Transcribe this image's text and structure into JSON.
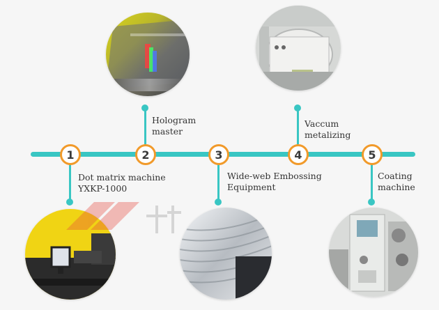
{
  "colors": {
    "timeline": "#39c6c3",
    "node_border": "#f19a2a",
    "text": "#333333",
    "background": "#f6f6f6"
  },
  "steps": [
    {
      "number": "1",
      "label_line1": "Dot matrix machine",
      "label_line2": "YXKP-1000",
      "photo": "dot-matrix-machine-photo"
    },
    {
      "number": "2",
      "label_line1": "Hologram",
      "label_line2": "master",
      "photo": "hologram-master-photo"
    },
    {
      "number": "3",
      "label_line1": "Wide-web Embossing",
      "label_line2": "Equipment",
      "photo": "embossing-rolls-photo"
    },
    {
      "number": "4",
      "label_line1": "Vaccum",
      "label_line2": "metalizing",
      "photo": "vacuum-metalizer-photo"
    },
    {
      "number": "5",
      "label_line1": "Coating",
      "label_line2": "machine",
      "photo": "coating-machine-photo"
    }
  ]
}
